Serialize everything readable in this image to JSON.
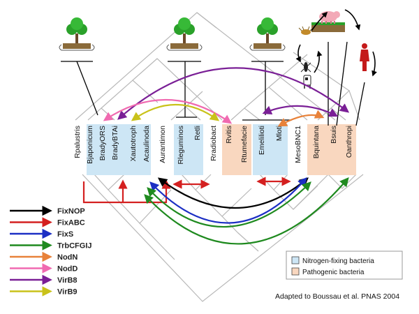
{
  "colors": {
    "nitrogen_box": "#cde6f5",
    "pathogen_box": "#f9d7bf",
    "tree_lines": "#b8b8b8"
  },
  "taxa": [
    "Rpalustris",
    "Bjaponicum",
    "BradyORS",
    "BradyBTAi",
    "Xautotroph",
    "Acaulinoda",
    "Aurantimon",
    "Rleguminos",
    "Retli",
    "Rradiobact",
    "Rvitis",
    "Rtumefacie",
    "Emelilioti",
    "Mloti",
    "MesoBNC1",
    "Bquintana",
    "Bsuis",
    "Oanthropi"
  ],
  "legend": [
    {
      "label": "FixNOP",
      "color": "#000000"
    },
    {
      "label": "FixABC",
      "color": "#d42020"
    },
    {
      "label": "FixS",
      "color": "#1c2fc4"
    },
    {
      "label": "TrbCFGIJ",
      "color": "#1f8a1f"
    },
    {
      "label": "NodN",
      "color": "#e8823a"
    },
    {
      "label": "NodD",
      "color": "#f06ab0"
    },
    {
      "label": "VirB8",
      "color": "#7a1f96"
    },
    {
      "label": "VirB9",
      "color": "#c9c21a"
    }
  ],
  "boxes": {
    "nitrogen": "Nitrogen-fixing bacteria",
    "pathogen": "Pathogenic bacteria"
  },
  "credit": "Adapted to Boussau et al. PNAS 2004",
  "icons": [
    "plant-icon",
    "plant-icon",
    "plant-icon",
    "tick-icon",
    "pig-icon",
    "cow-icon",
    "human-icon"
  ]
}
